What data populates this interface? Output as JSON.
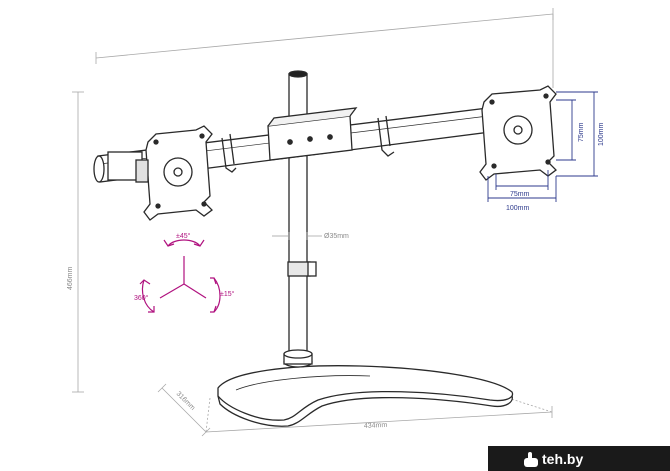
{
  "dimensions": {
    "height": "466mm",
    "depth": "316mm",
    "width": "434mm",
    "pole_diameter": "Ø35mm"
  },
  "vesa": {
    "outer_vertical": "100mm",
    "inner_vertical": "75mm",
    "outer_horizontal": "100mm",
    "inner_horizontal": "75mm"
  },
  "rotation": {
    "tilt": "±45°",
    "swivel": "±15°",
    "rotate": "360°"
  },
  "watermark": {
    "text": "teh.by"
  },
  "colors": {
    "line": "#2a2a2a",
    "dimension": "#9a9a9a",
    "vesa": "#2d3a8c",
    "rotation": "#b0127f",
    "watermark_bg": "#1a1a1a"
  }
}
